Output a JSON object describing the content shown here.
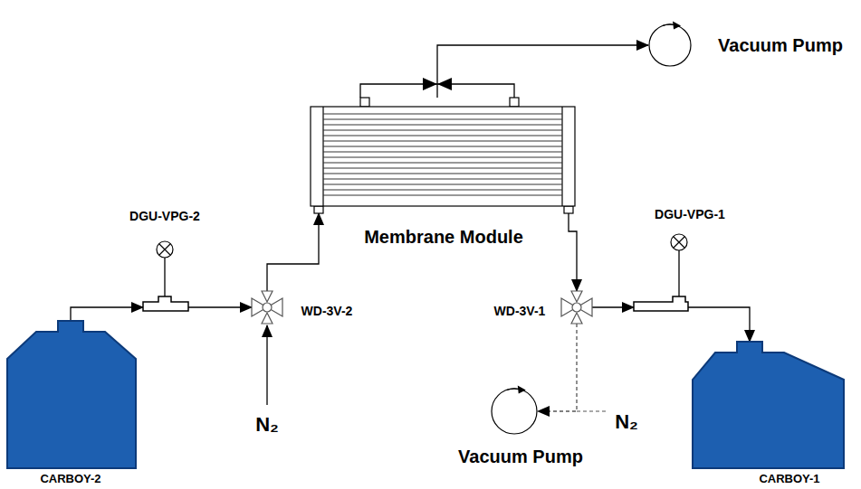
{
  "diagram": {
    "nodes": [
      {
        "text": [
          "CARBOY-2"
        ]
      },
      {
        "text": [
          "DGU-VPG-2"
        ]
      },
      {
        "text": [
          "WD-3V-2"
        ]
      },
      {
        "text": [
          "Membrane Module"
        ]
      },
      {
        "text": [
          "Vacuum Pump"
        ]
      },
      {
        "text": [
          "WD-3V-1"
        ]
      },
      {
        "text": [
          "DGU-VPG-1"
        ]
      },
      {
        "text": [
          "CARBOY-1"
        ]
      },
      {
        "text": [
          "Vacuum Pump"
        ]
      }
    ],
    "edges": [
      {
        "from": 0,
        "to": 1,
        "arrow": "to"
      },
      {
        "from": 1,
        "to": 2,
        "arrow": "to"
      },
      {
        "from": 2,
        "to": 3,
        "arrow": "to"
      },
      {
        "from": 3,
        "to": 4,
        "arrow": "to"
      },
      {
        "from": 3,
        "to": 5,
        "arrow": "to"
      },
      {
        "from": 5,
        "to": 6,
        "arrow": "to"
      },
      {
        "from": 6,
        "to": 7,
        "arrow": "to"
      },
      {
        "from": 5,
        "to": 8,
        "arrow": "to"
      }
    ],
    "labels": [
      "N₂",
      "N₂"
    ]
  }
}
